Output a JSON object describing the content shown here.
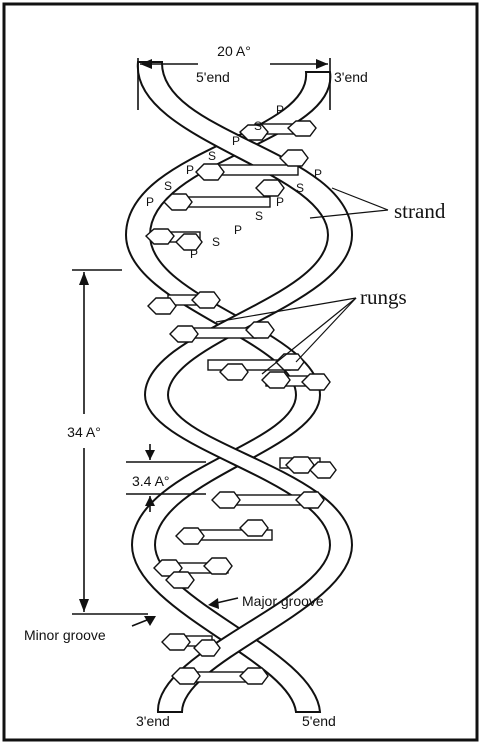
{
  "labels": {
    "width_measure": "20 A°",
    "top_left_end": "5'end",
    "top_right_end": "3'end",
    "strand": "strand",
    "rungs": "rungs",
    "pitch": "34 A°",
    "rise": "3.4 A°",
    "major_groove": "Major groove",
    "minor_groove": "Minor groove",
    "bottom_left_end": "3'end",
    "bottom_right_end": "5'end"
  },
  "backbone_upper": [
    "P",
    "S",
    "P",
    "S",
    "P",
    "S",
    "P"
  ],
  "backbone_lower": [
    "P",
    "S",
    "P",
    "S",
    "P",
    "S",
    "P"
  ],
  "colors": {
    "ink": "#111111",
    "background": "#ffffff"
  }
}
